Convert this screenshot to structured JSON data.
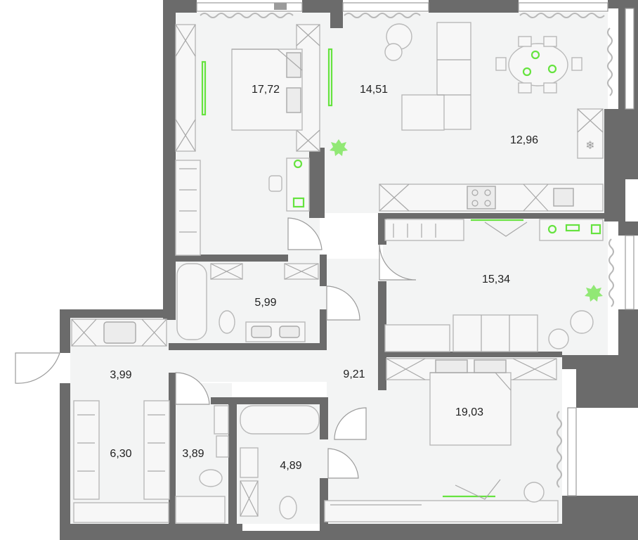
{
  "floor_plan": {
    "rooms": [
      {
        "id": "bedroom-1",
        "area": "17,72"
      },
      {
        "id": "living-room",
        "area": "14,51"
      },
      {
        "id": "kitchen",
        "area": "12,96"
      },
      {
        "id": "bedroom-2",
        "area": "15,34"
      },
      {
        "id": "bathroom-1",
        "area": "5,99"
      },
      {
        "id": "hall",
        "area": "3,99"
      },
      {
        "id": "corridor",
        "area": "9,21"
      },
      {
        "id": "wardrobe",
        "area": "6,30"
      },
      {
        "id": "toilet",
        "area": "3,89"
      },
      {
        "id": "bathroom-2",
        "area": "4,89"
      },
      {
        "id": "bedroom-3",
        "area": "19,03"
      }
    ],
    "colors": {
      "wall": "#6b6b6b",
      "floor": "#f3f4f4",
      "accent": "#66e33f"
    }
  }
}
